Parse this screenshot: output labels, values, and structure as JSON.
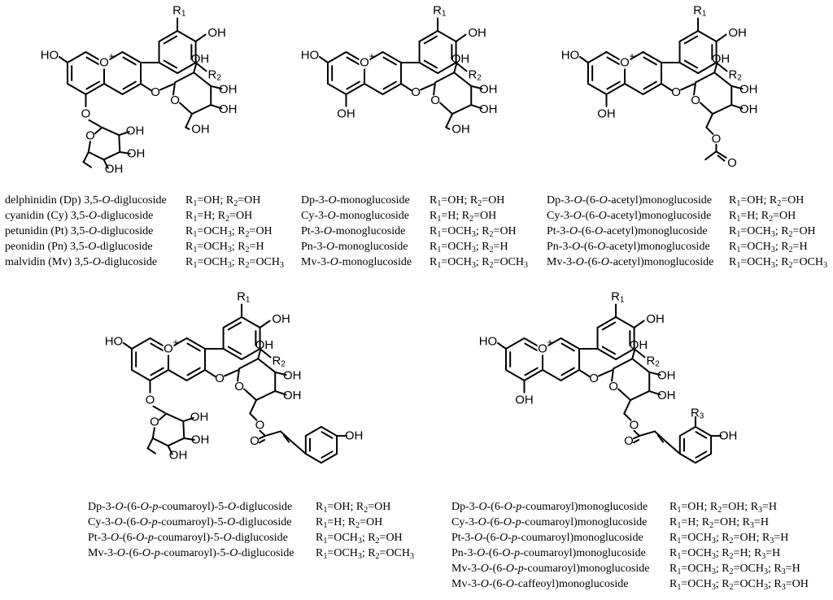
{
  "labels": {
    "HO": "HO",
    "OH": "OH",
    "O": "O",
    "plus": "+",
    "R1": "R",
    "R1_sub": "1",
    "R2": "R",
    "R2_sub": "2",
    "R3": "R",
    "R3_sub": "3"
  },
  "panels": [
    {
      "id": "diglucoside",
      "rows": [
        {
          "name": "delphinidin (Dp) 3,5-O-diglucoside",
          "r": "R1=OH; R2=OH"
        },
        {
          "name": "cyanidin (Cy) 3,5-O-diglucoside",
          "r": "R1=H; R2=OH"
        },
        {
          "name": "petunidin (Pt) 3,5-O-diglucoside",
          "r": "R1=OCH3; R2=OH"
        },
        {
          "name": "peonidin (Pn) 3,5-O-diglucoside",
          "r": "R1=OCH3; R2=H"
        },
        {
          "name": "malvidin (Mv) 3,5-O-diglucoside",
          "r": "R1=OCH3; R2=OCH3"
        }
      ]
    },
    {
      "id": "monoglucoside",
      "rows": [
        {
          "name": "Dp-3-O-monoglucoside",
          "r": "R1=OH; R2=OH"
        },
        {
          "name": "Cy-3-O-monoglucoside",
          "r": "R1=H; R2=OH"
        },
        {
          "name": "Pt-3-O-monoglucoside",
          "r": "R1=OCH3; R2=OH"
        },
        {
          "name": "Pn-3-O-monoglucoside",
          "r": "R1=OCH3; R2=H"
        },
        {
          "name": "Mv-3-O-monoglucoside",
          "r": "R1=OCH3; R2=OCH3"
        }
      ]
    },
    {
      "id": "acetyl-monoglucoside",
      "rows": [
        {
          "name": "Dp-3-O-(6-O-acetyl)monoglucoside",
          "r": "R1=OH; R2=OH"
        },
        {
          "name": "Cy-3-O-(6-O-acetyl)monoglucoside",
          "r": "R1=H; R2=OH"
        },
        {
          "name": "Pt-3-O-(6-O-acetyl)monoglucoside",
          "r": "R1=OCH3; R2=OH"
        },
        {
          "name": "Pn-3-O-(6-O-acetyl)monoglucoside",
          "r": "R1=OCH3; R2=H"
        },
        {
          "name": "Mv-3-O-(6-O-acetyl)monoglucoside",
          "r": "R1=OCH3; R2=OCH3"
        }
      ]
    },
    {
      "id": "coumaroyl-diglucoside",
      "rows": [
        {
          "name": "Dp-3-O-(6-O-p-coumaroyl)-5-O-diglucoside",
          "r": "R1=OH; R2=OH"
        },
        {
          "name": "Cy-3-O-(6-O-p-coumaroyl)-5-O-diglucoside",
          "r": "R1=H; R2=OH"
        },
        {
          "name": "Pt-3-O-(6-O-p-coumaroyl)-5-O-diglucoside",
          "r": "R1=OCH3; R2=OH"
        },
        {
          "name": "Mv-3-O-(6-O-p-coumaroyl)-5-O-diglucoside",
          "r": "R1=OCH3; R2=OCH3"
        }
      ]
    },
    {
      "id": "coumaroyl-monoglucoside",
      "rows": [
        {
          "name": "Dp-3-O-(6-O-p-coumaroyl)monoglucoside",
          "r": "R1=OH; R2=OH; R3=H"
        },
        {
          "name": "Cy-3-O-(6-O-p-coumaroyl)monoglucoside",
          "r": "R1=H; R2=OH; R3=H"
        },
        {
          "name": "Pt-3-O-(6-O-p-coumaroyl)monoglucoside",
          "r": "R1=OCH3; R2=OH; R3=H"
        },
        {
          "name": "Pn-3-O-(6-O-p-coumaroyl)monoglucoside",
          "r": "R1=OCH3; R2=H; R3=H"
        },
        {
          "name": "Mv-3-O-(6-O-p-coumaroyl)monoglucoside",
          "r": "R1=OCH3; R2=OCH3; R3=H"
        },
        {
          "name": "Mv-3-O-(6-O-caffeoyl)monoglucoside",
          "r": "R1=OCH3; R2=OCH3; R3=OH"
        }
      ]
    }
  ]
}
